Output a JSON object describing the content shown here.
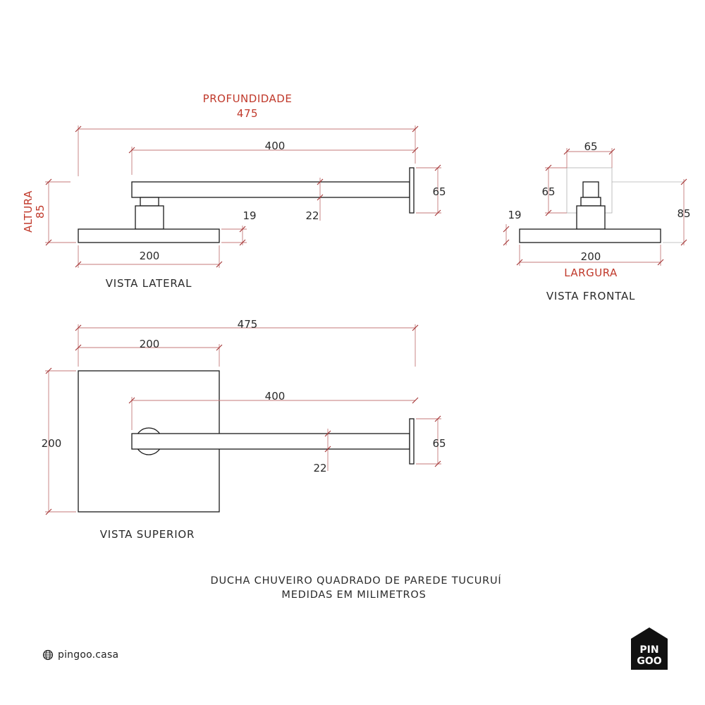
{
  "labels": {
    "profundidade": "PROFUNDIDADE",
    "profundidade_value": "475",
    "altura": "ALTURA",
    "altura_value": "85",
    "largura": "LARGURA",
    "lateral": {
      "arm_length": "400",
      "base_width": "200",
      "flange_height": "65",
      "arm_diameter": "22",
      "plate_thickness": "19"
    },
    "frontal": {
      "flange_width": "65",
      "flange_height": "65",
      "plate_thickness": "19",
      "total_height": "85",
      "width": "200"
    },
    "superior": {
      "total_depth": "475",
      "plate_width": "200",
      "arm_length": "400",
      "plate_depth": "200",
      "flange_height": "65",
      "arm_diameter": "22"
    }
  },
  "views": {
    "lateral": "VISTA LATERAL",
    "frontal": "VISTA FRONTAL",
    "superior": "VISTA SUPERIOR"
  },
  "title": {
    "line1": "DUCHA CHUVEIRO QUADRADO DE PAREDE TUCURUÍ",
    "line2": "MEDIDAS EM MILIMETROS"
  },
  "brand": {
    "site": "pingoo.casa",
    "logo_line1": "PIN",
    "logo_line2": "GOO"
  },
  "colors": {
    "dimension_red": "#c0392b",
    "outline": "#1a1a1a",
    "logo_bg": "#111111"
  }
}
